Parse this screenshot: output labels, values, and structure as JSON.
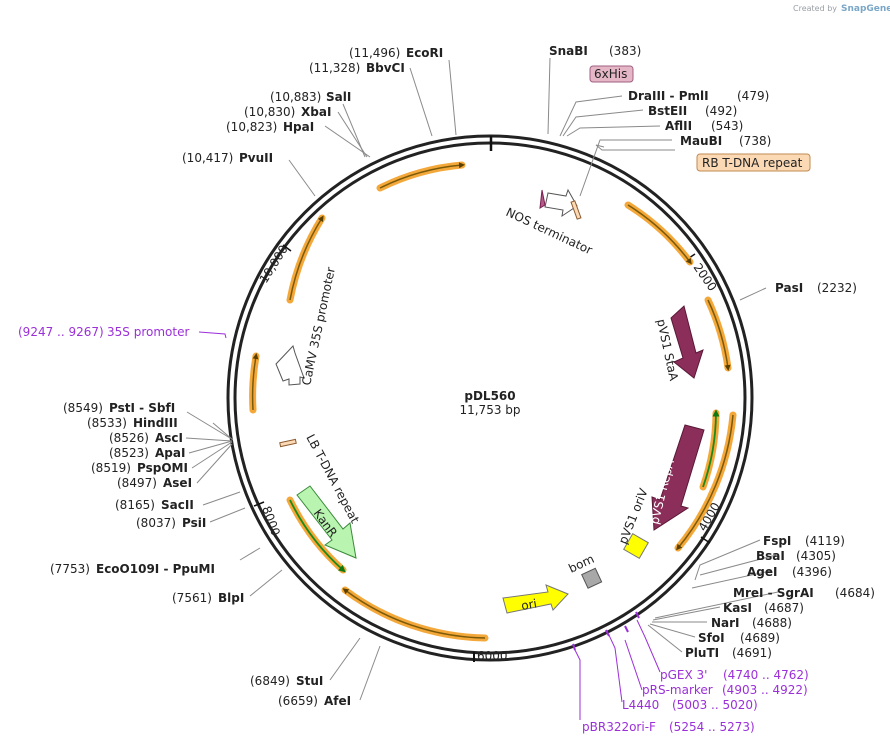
{
  "credit": {
    "prefix": "Created by",
    "brand": "SnapGene"
  },
  "plasmid": {
    "name": "pDL560",
    "size": "11,753 bp"
  },
  "ticks": [
    "2000",
    "4000",
    "6000",
    "8000",
    "10,000"
  ],
  "sites": [
    {
      "pos": "(11,496)",
      "name": "EcoRI"
    },
    {
      "pos": "(11,328)",
      "name": "BbvCI"
    },
    {
      "pos": "(10,883)",
      "name": "SalI"
    },
    {
      "pos": "(10,830)",
      "name": "XbaI"
    },
    {
      "pos": "(10,823)",
      "name": "HpaI"
    },
    {
      "pos": "(10,417)",
      "name": "PvuII"
    },
    {
      "name": "SnaBI",
      "pos": "(383)"
    },
    {
      "name": "DraIII  -  PmlI",
      "pos": "(479)"
    },
    {
      "name": "BstEII",
      "pos": "(492)"
    },
    {
      "name": "AflII",
      "pos": "(543)"
    },
    {
      "name": "MauBI",
      "pos": "(738)"
    },
    {
      "name": "PasI",
      "pos": "(2232)"
    },
    {
      "pos": "(8549)",
      "name": "PstI  -  SbfI"
    },
    {
      "pos": "(8533)",
      "name": "HindIII"
    },
    {
      "pos": "(8526)",
      "name": "AscI"
    },
    {
      "pos": "(8523)",
      "name": "ApaI"
    },
    {
      "pos": "(8519)",
      "name": "PspOMI"
    },
    {
      "pos": "(8497)",
      "name": "AseI"
    },
    {
      "pos": "(8165)",
      "name": "SacII"
    },
    {
      "pos": "(8037)",
      "name": "PsiI"
    },
    {
      "pos": "(7753)",
      "name": "EcoO109I   -  PpuMI"
    },
    {
      "pos": "(7561)",
      "name": "BlpI"
    },
    {
      "pos": "(6849)",
      "name": "StuI"
    },
    {
      "pos": "(6659)",
      "name": "AfeI"
    },
    {
      "name": "FspI",
      "pos": "(4119)"
    },
    {
      "name": "BsaI",
      "pos": "(4305)"
    },
    {
      "name": "AgeI",
      "pos": "(4396)"
    },
    {
      "name": "MreI  -  SgrAI",
      "pos": "(4684)"
    },
    {
      "name": "KasI",
      "pos": "(4687)"
    },
    {
      "name": "NarI",
      "pos": "(4688)"
    },
    {
      "name": "SfoI",
      "pos": "(4689)"
    },
    {
      "name": "PluTI",
      "pos": "(4691)"
    }
  ],
  "primers": [
    {
      "range": "(9247 .. 9267)",
      "name": "35S promoter"
    },
    {
      "name": "pGEX 3'",
      "range": "(4740 .. 4762)"
    },
    {
      "name": "pRS-marker",
      "range": "(4903 .. 4922)"
    },
    {
      "name": "L4440",
      "range": "(5003 .. 5020)"
    },
    {
      "name": "pBR322ori-F",
      "range": "(5254 .. 5273)"
    }
  ],
  "features": {
    "his6": "6xHis",
    "rb_repeat": "RB T-DNA repeat",
    "nos_terminator": "NOS terminator",
    "pvs1_staa": "pVS1 StaA",
    "pvs1_repa": "pVS1 RepA",
    "pvs1_oriv": "pVS1 oriV",
    "bom": "bom",
    "ori": "ori",
    "kanr": "KanR",
    "lb_repeat": "LB T-DNA repeat",
    "camv_promoter": "CaMV 35S promoter"
  },
  "colors": {
    "orf_outline": "#f4a83a",
    "orf_line": "#7a5a0a",
    "green_orf": "#1a8a1a",
    "staa": "#8b2e5a",
    "ori": "#ffff00",
    "kanr": "#b9f5b0",
    "bom": "#a8a8a8",
    "primer": "#9b30d9",
    "rb_box": "#fbd9b5",
    "his_box": "#e5b6c6"
  }
}
